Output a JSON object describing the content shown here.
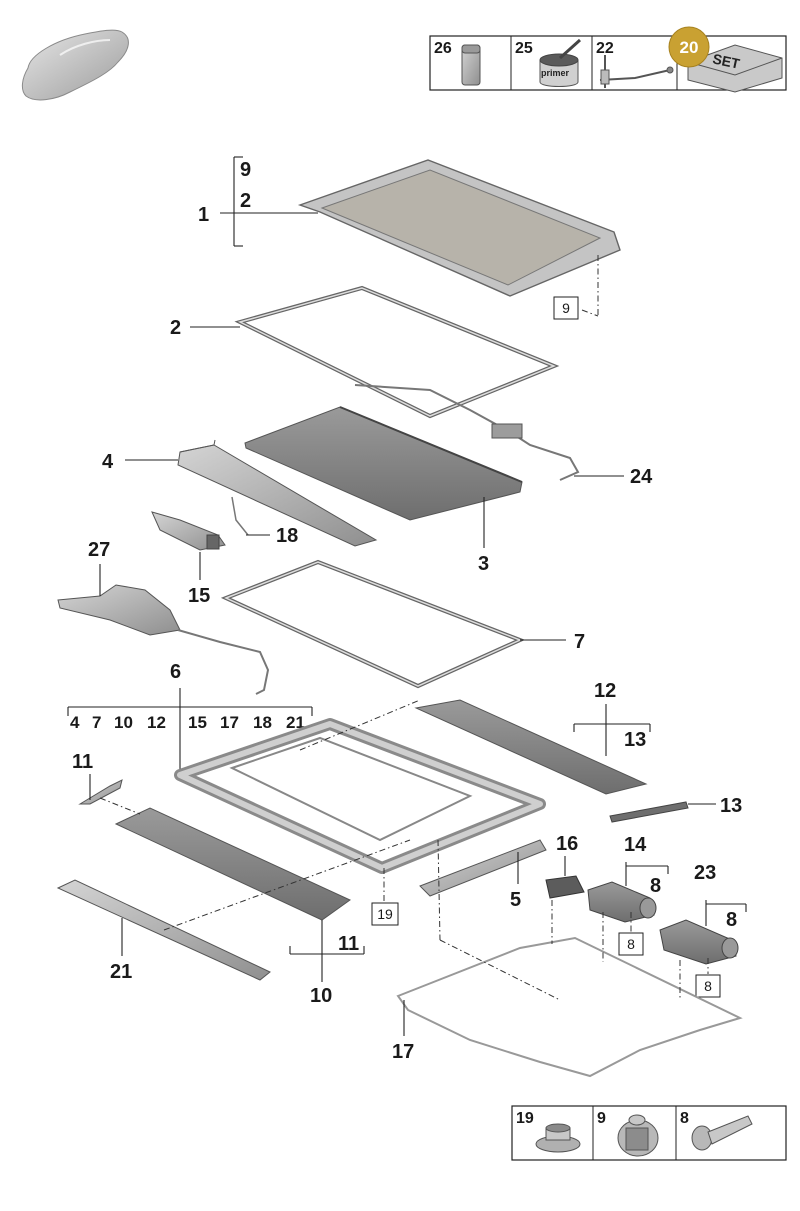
{
  "legend_top": {
    "cells": [
      {
        "number": "26",
        "icon": "tube-icon"
      },
      {
        "number": "25",
        "icon": "primer-can-icon",
        "text": "primer"
      },
      {
        "number": "22",
        "icon": "cable-tool-icon"
      },
      {
        "number": "20",
        "icon": "set-box-icon",
        "text": "SET",
        "badge": true
      }
    ],
    "badge_color": "#c9a132"
  },
  "legend_bottom": {
    "cells": [
      {
        "number": "19",
        "icon": "nut-icon"
      },
      {
        "number": "9",
        "icon": "bolt-head-icon"
      },
      {
        "number": "8",
        "icon": "screw-icon"
      }
    ]
  },
  "callouts": {
    "c1": "1",
    "c1_sub1": "9",
    "c1_sub2": "2",
    "c2": "2",
    "c3": "3",
    "c4": "4",
    "c5": "5",
    "c6": "6",
    "c6_group": [
      "4",
      "7",
      "10",
      "12",
      "15",
      "17",
      "18",
      "21"
    ],
    "c7": "7",
    "c10": "10",
    "c10_sub": "11",
    "c11": "11",
    "c12": "12",
    "c12_sub": "13",
    "c13": "13",
    "c14": "14",
    "c14_sub": "8",
    "c15": "15",
    "c16": "16",
    "c17": "17",
    "c18": "18",
    "c21": "21",
    "c23": "23",
    "c23_sub": "8",
    "c24": "24",
    "c27": "27"
  },
  "boxed_refs": {
    "b9": "9",
    "b19": "19",
    "b8a": "8",
    "b8b": "8"
  },
  "colors": {
    "part_fill": "#bdbdbd",
    "part_dark": "#8c8c8c",
    "glass_fill": "#b7b3aa",
    "line": "#222222"
  }
}
